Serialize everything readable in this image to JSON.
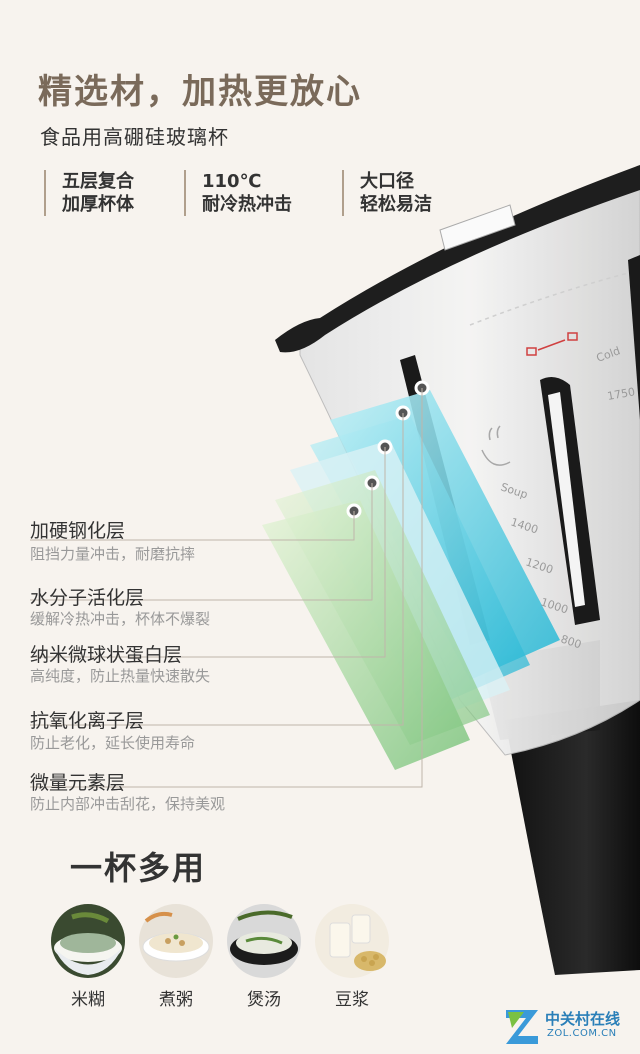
{
  "header": {
    "title": "精选材，加热更放心",
    "subtitle": "食品用高硼硅玻璃杯"
  },
  "features": [
    {
      "line1": "五层复合",
      "line2": "加厚杯体"
    },
    {
      "line1": "110℃",
      "line2": "耐冷热冲击"
    },
    {
      "line1": "大口径",
      "line2": "轻松易洁"
    }
  ],
  "jar_markings": {
    "soup": "Soup",
    "cold": "Cold",
    "m1": "1400",
    "m2": "1200",
    "m3": "1000",
    "m4": "800",
    "m5": "1750"
  },
  "layers": [
    {
      "title": "加硬钢化层",
      "desc": "阻挡力量冲击，耐磨抗摔"
    },
    {
      "title": "水分子活化层",
      "desc": "缓解冷热冲击，杯体不爆裂"
    },
    {
      "title": "纳米微球状蛋白层",
      "desc": "高纯度，防止热量快速散失"
    },
    {
      "title": "抗氧化离子层",
      "desc": "防止老化，延长使用寿命"
    },
    {
      "title": "微量元素层",
      "desc": "防止内部冲击刮花，保持美观"
    }
  ],
  "uses": {
    "title": "一杯多用",
    "items": [
      {
        "label": "米糊"
      },
      {
        "label": "煮粥"
      },
      {
        "label": "煲汤"
      },
      {
        "label": "豆浆"
      }
    ]
  },
  "watermark": {
    "cn": "中关村在线",
    "en": "ZOL.COM.CN"
  },
  "colors": {
    "title": "#7a6a5a",
    "accent_divider": "#b09f8c",
    "layer_blue": "#3fc6dc",
    "layer_green": "#9ed39a",
    "watermark": "#2a7fb8"
  }
}
